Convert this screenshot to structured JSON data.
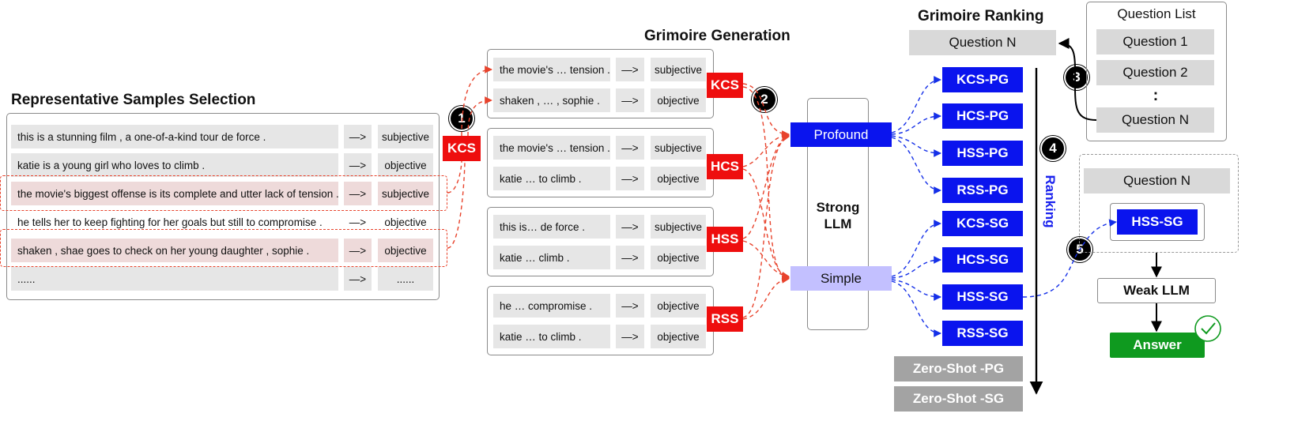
{
  "selection": {
    "title": "Representative Samples Selection",
    "rows": [
      {
        "text": "this is a stunning film , a one-of-a-kind tour de force .",
        "arrow": "—>",
        "label": "subjective"
      },
      {
        "text": "katie is a young girl who loves to climb .",
        "arrow": "—>",
        "label": "objective"
      },
      {
        "text": "the movie's biggest offense is its complete and utter lack of tension .",
        "arrow": "—>",
        "label": "subjective"
      },
      {
        "text": "he tells her to keep fighting for her goals but still to compromise .",
        "arrow": "—>",
        "label": "objective"
      },
      {
        "text": "shaken , shae goes to check on her young daughter , sophie .",
        "arrow": "—>",
        "label": "objective"
      },
      {
        "text": "......",
        "arrow": "—>",
        "label": "......"
      }
    ]
  },
  "kcs_tag": "KCS",
  "badges": [
    "1",
    "2",
    "3",
    "4",
    "5"
  ],
  "generation": {
    "title": "Grimoire Generation",
    "groups": [
      {
        "tag": "KCS",
        "rows": [
          {
            "text": "the movie's … tension .",
            "arrow": "—>",
            "label": "subjective"
          },
          {
            "text": "shaken , … , sophie .",
            "arrow": "—>",
            "label": "objective"
          }
        ]
      },
      {
        "tag": "HCS",
        "rows": [
          {
            "text": "the movie's … tension .",
            "arrow": "—>",
            "label": "subjective"
          },
          {
            "text": "katie … to climb .",
            "arrow": "—>",
            "label": "objective"
          }
        ]
      },
      {
        "tag": "HSS",
        "rows": [
          {
            "text": "this is… de force .",
            "arrow": "—>",
            "label": "subjective"
          },
          {
            "text": "katie … climb .",
            "arrow": "—>",
            "label": "objective"
          }
        ]
      },
      {
        "tag": "RSS",
        "rows": [
          {
            "text": "he … compromise .",
            "arrow": "—>",
            "label": "objective"
          },
          {
            "text": "katie … to climb .",
            "arrow": "—>",
            "label": "objective"
          }
        ]
      }
    ]
  },
  "strong_llm": {
    "line1": "Strong",
    "line2": "LLM",
    "profound": "Profound",
    "simple": "Simple"
  },
  "ranking": {
    "title": "Grimoire Ranking",
    "question": "Question N",
    "pg": [
      "KCS-PG",
      "HCS-PG",
      "HSS-PG",
      "RSS-PG"
    ],
    "sg": [
      "KCS-SG",
      "HCS-SG",
      "HSS-SG",
      "RSS-SG"
    ],
    "zero_shot": [
      "Zero-Shot -PG",
      "Zero-Shot -SG"
    ],
    "axis_label": "Ranking"
  },
  "question_list": {
    "title": "Question List",
    "items": [
      "Question 1",
      "Question 2",
      "Question N"
    ],
    "ellipsis": ":"
  },
  "inference": {
    "question": "Question N",
    "selected": "HSS-SG",
    "weak_llm": "Weak LLM",
    "answer": "Answer"
  },
  "colors": {
    "red": "#ee0e0e",
    "blue": "#0a14ee",
    "lavender": "#c3c0ff",
    "green": "#0f9a1f",
    "gray": "#e6e6e6"
  }
}
